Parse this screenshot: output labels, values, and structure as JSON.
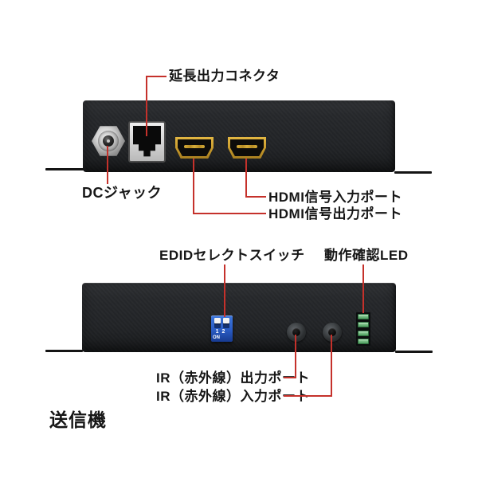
{
  "caption": "送信機",
  "colors": {
    "leader_red": "#c5312b",
    "panel_body": "#232527",
    "label_text": "#161616",
    "dip_blue": "#2a5cc4",
    "led_green": "#5aa868",
    "hdmi_gold": "#c79a2c",
    "rj45_bezel": "#d8d8d8",
    "background": "#ffffff"
  },
  "top_unit": {
    "labels": {
      "extension_connector": "延長出力コネクタ",
      "dc_jack": "DCジャック",
      "hdmi_input": "HDMI信号入力ポート",
      "hdmi_output": "HDMI信号出力ポート"
    }
  },
  "bottom_unit": {
    "labels": {
      "edid_switch": "EDIDセレクトスイッチ",
      "status_led": "動作確認LED",
      "ir_output": "IR（赤外線）出力ポート",
      "ir_input": "IR（赤外線）入力ポート"
    },
    "dip_switch": {
      "pos1": "1",
      "pos2": "2",
      "on": "ON"
    }
  }
}
